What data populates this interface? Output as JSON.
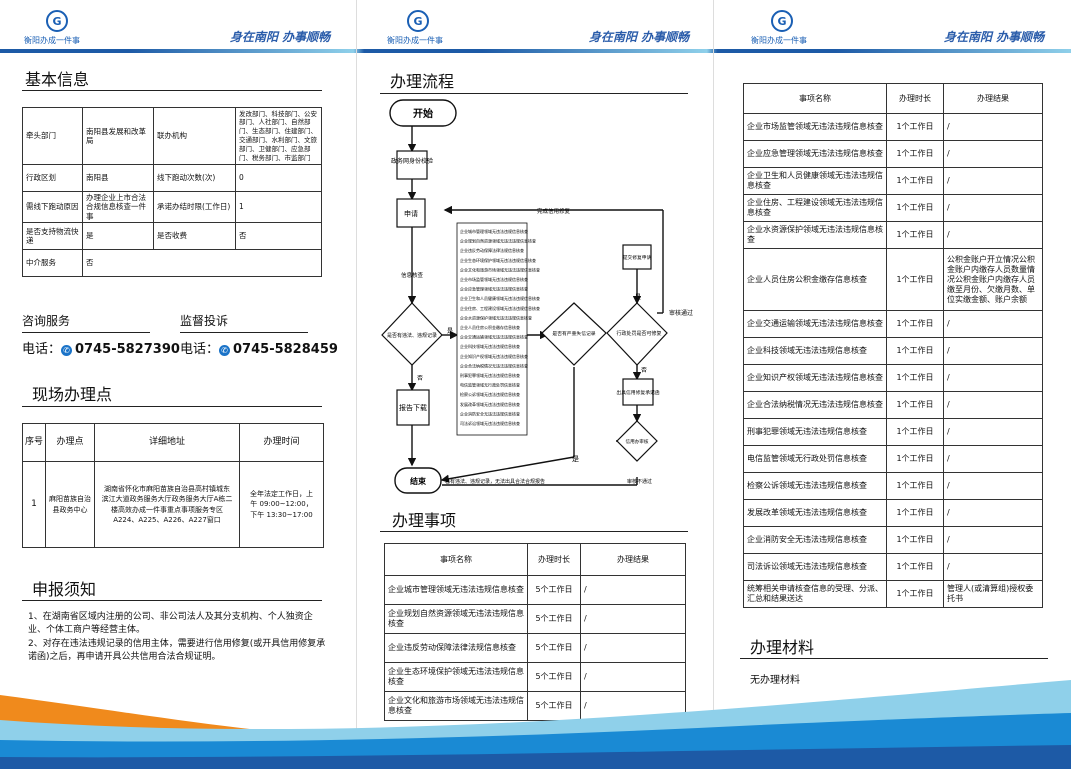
{
  "header": {
    "logo_glyph": "G",
    "logo_text": "衡阳办成一件事",
    "slogan": "身在南阳  办事顺畅",
    "colors": {
      "brand": "#1a5fb4",
      "bar_dark": "#1d5aa6",
      "bar_light": "#8fd0ea"
    }
  },
  "basic_info": {
    "title": "基本信息",
    "r1": {
      "label": "牵头部门",
      "value": "南阳县发展和改革局",
      "label2": "联办机构",
      "value2": "发改部门、科技部门、公安部门、人社部门、自然部门、生态部门、住建部门、交通部门、水利部门、文旅部门、卫健部门、应急部门、税务部门、市监部门"
    },
    "r2": {
      "label": "行政区划",
      "value": "南阳县",
      "label2": "线下跑动次数(次)",
      "value2": "0"
    },
    "r3": {
      "label": "需线下跑动原因",
      "value": "办理企业上市合法合规信息核查一件事",
      "label2": "承诺办结时限(工作日)",
      "value2": "1"
    },
    "r4": {
      "label": "是否支持物流快递",
      "value": "是",
      "label2": "是否收费",
      "value2": "否"
    },
    "r5": {
      "label": "中介服务",
      "value": "否"
    }
  },
  "consult": {
    "title": "咨询服务",
    "label": "电话：",
    "phone": "0745-5827390"
  },
  "supervise": {
    "title": "监督投诉",
    "label": "电话：",
    "phone": "0745-5828459"
  },
  "venue": {
    "title": "现场办理点",
    "headers": [
      "序号",
      "办理点",
      "详细地址",
      "办理时间"
    ],
    "row": {
      "no": "1",
      "place": "麻阳苗族自治县政务中心",
      "address": "湖南省怀化市麻阳苗族自治县高村镇城东滨江大道政务服务大厅政务服务大厅A栋二楼高效办成一件事重点事项服务专区A224、A225、A226、A227窗口",
      "time": "全年法定工作日，上午 09:00~12:00，下午 13:30~17:00"
    }
  },
  "notice": {
    "title": "申报须知",
    "items": [
      "1、在湖南省区域内注册的公司、非公司法人及其分支机构、个人独资企业、个体工商户等经营主体。",
      "2、对存在违法违规记录的信用主体，需要进行信用修复(或开具信用修复承诺函)之后，再申请开具公共信用合法合规证明。"
    ]
  },
  "flow": {
    "title": "办理流程",
    "start": "开始",
    "auth": "政务网身份校验",
    "apply": "申请",
    "info_check": "信息核查",
    "decision1": "是否有违法、违规记录",
    "no": "否",
    "yes": "是",
    "report": "报告下载",
    "end": "结束",
    "decision2": "是否有严重失信记录",
    "decision3": "行政处罚是否可修复",
    "review_pass": "审核通过",
    "apply_fix": "提交修复申请",
    "repair_note": "信用修复一件事",
    "issue": "出具信用修复承诺函",
    "credit_check": "信用办审核",
    "fail": "审核不通过",
    "back_note": "完成信用修复",
    "bottom_note": "若有违法、违规记录，无法出具合法合规报告",
    "list": [
      "企业城市管理领域无违法违规信息核查",
      "企业规划自然资源领域无违法违规信息核查",
      "企业违反劳动保障法律法规信息核查",
      "企业生态环境保护领域无违法违规信息核查",
      "企业文化和旅游市场领域无违法违规信息核查",
      "企业市场监管领域无违法违规信息核查",
      "企业应急管理领域无违法违规信息核查",
      "企业卫生和人员健康领域无违法违规信息核查",
      "企业住房、工程建设领域无违法违规信息核查",
      "企业水资源保护领域无违法违规信息核查",
      "企业人员住房公积金缴存信息核查",
      "企业交通运输领域无违法违规信息核查",
      "企业科技领域无违法违规信息核查",
      "企业知识产权领域无违法违规信息核查",
      "企业合法纳税情况无违法违规信息核查",
      "刑事犯罪领域无违法违规信息核查",
      "电信监管领域无行政处罚信息核查",
      "检察公诉领域无违法违规信息核查",
      "发展改革领域无违法违规信息核查",
      "企业消防安全无违法违规信息核查",
      "司法诉讼领域无违法违规信息核查"
    ]
  },
  "matters": {
    "title": "办理事项",
    "headers": [
      "事项名称",
      "办理时长",
      "办理结果"
    ],
    "rows": [
      {
        "name": "企业城市管理领域无违法违规信息核查",
        "time": "5个工作日",
        "result": "/"
      },
      {
        "name": "企业规划自然资源领域无违法违规信息核查",
        "time": "5个工作日",
        "result": "/"
      },
      {
        "name": "企业违反劳动保障法律法规信息核查",
        "time": "5个工作日",
        "result": "/"
      },
      {
        "name": "企业生态环境保护领域无违法违规信息核查",
        "time": "5个工作日",
        "result": "/"
      },
      {
        "name": "企业文化和旅游市场领域无违法违规信息核查",
        "time": "5个工作日",
        "result": "/"
      }
    ]
  },
  "matters2": {
    "headers": [
      "事项名称",
      "办理时长",
      "办理结果"
    ],
    "rows": [
      {
        "name": "企业市场监管领域无违法违规信息核查",
        "time": "1个工作日",
        "result": "/"
      },
      {
        "name": "企业应急管理领域无违法违规信息核查",
        "time": "1个工作日",
        "result": "/"
      },
      {
        "name": "企业卫生和人员健康领域无违法违规信息核查",
        "time": "1个工作日",
        "result": "/"
      },
      {
        "name": "企业住房、工程建设领域无违法违规信息核查",
        "time": "1个工作日",
        "result": "/"
      },
      {
        "name": "企业水资源保护领域无违法违规信息核查",
        "time": "1个工作日",
        "result": "/"
      },
      {
        "name": "企业人员住房公积金缴存信息核查",
        "time": "1个工作日",
        "result": "公积金账户开立情况公积金账户内缴存人员数量情况公积金账户内缴存人员缴至月份、欠缴月数、单位实缴金额、账户余额"
      },
      {
        "name": "企业交通运输领域无违法违规信息核查",
        "time": "1个工作日",
        "result": "/"
      },
      {
        "name": "企业科技领域无违法违规信息核查",
        "time": "1个工作日",
        "result": "/"
      },
      {
        "name": "企业知识产权领域无违法违规信息核查",
        "time": "1个工作日",
        "result": "/"
      },
      {
        "name": "企业合法纳税情况无违法违规信息核查",
        "time": "1个工作日",
        "result": "/"
      },
      {
        "name": "刑事犯罪领域无违法违规信息核查",
        "time": "1个工作日",
        "result": "/"
      },
      {
        "name": "电信监管领域无行政处罚信息核查",
        "time": "1个工作日",
        "result": "/"
      },
      {
        "name": "检察公诉领域无违法违规信息核查",
        "time": "1个工作日",
        "result": "/"
      },
      {
        "name": "发展改革领域无违法违规信息核查",
        "time": "1个工作日",
        "result": "/"
      },
      {
        "name": "企业消防安全无违法违规信息核查",
        "time": "1个工作日",
        "result": "/"
      },
      {
        "name": "司法诉讼领域无违法违规信息核查",
        "time": "1个工作日",
        "result": "/"
      },
      {
        "name": "统筹相关申请核查信息的受理、分派、汇总和结果送达",
        "time": "1个工作日",
        "result": "管理人(或清算组)授权委托书"
      }
    ]
  },
  "materials": {
    "title": "办理材料",
    "text": "无办理材料"
  }
}
